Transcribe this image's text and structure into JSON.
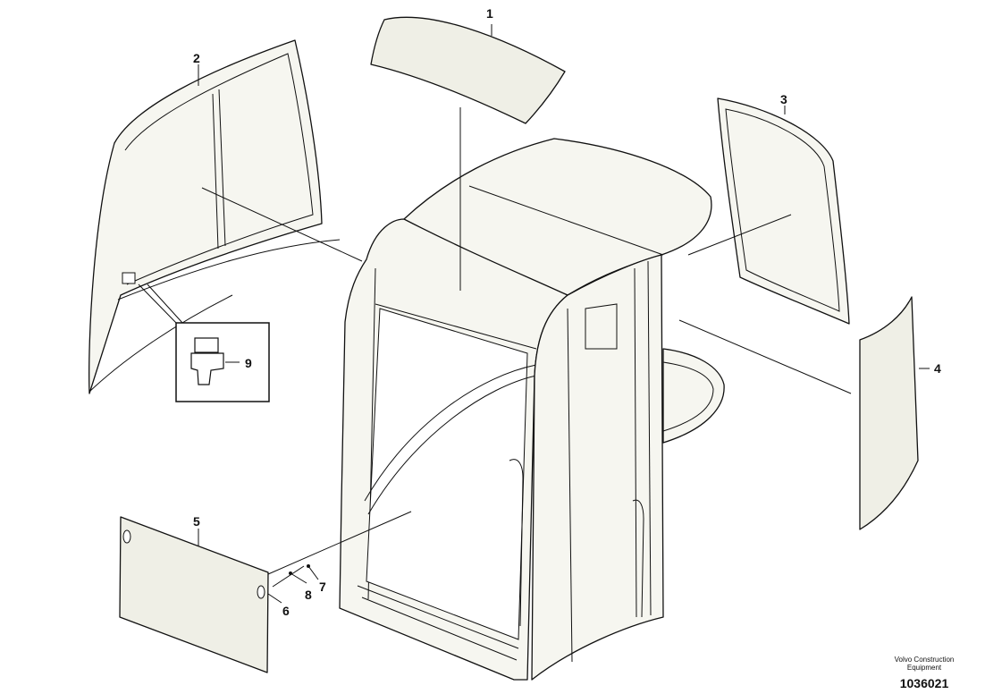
{
  "callouts": {
    "c1": "1",
    "c2": "2",
    "c3": "3",
    "c4": "4",
    "c5": "5",
    "c6": "6",
    "c7": "7",
    "c8": "8",
    "c9": "9"
  },
  "footer": {
    "brand_line1": "Volvo Construction",
    "brand_line2": "Equipment",
    "drawing_number": "1036021"
  }
}
